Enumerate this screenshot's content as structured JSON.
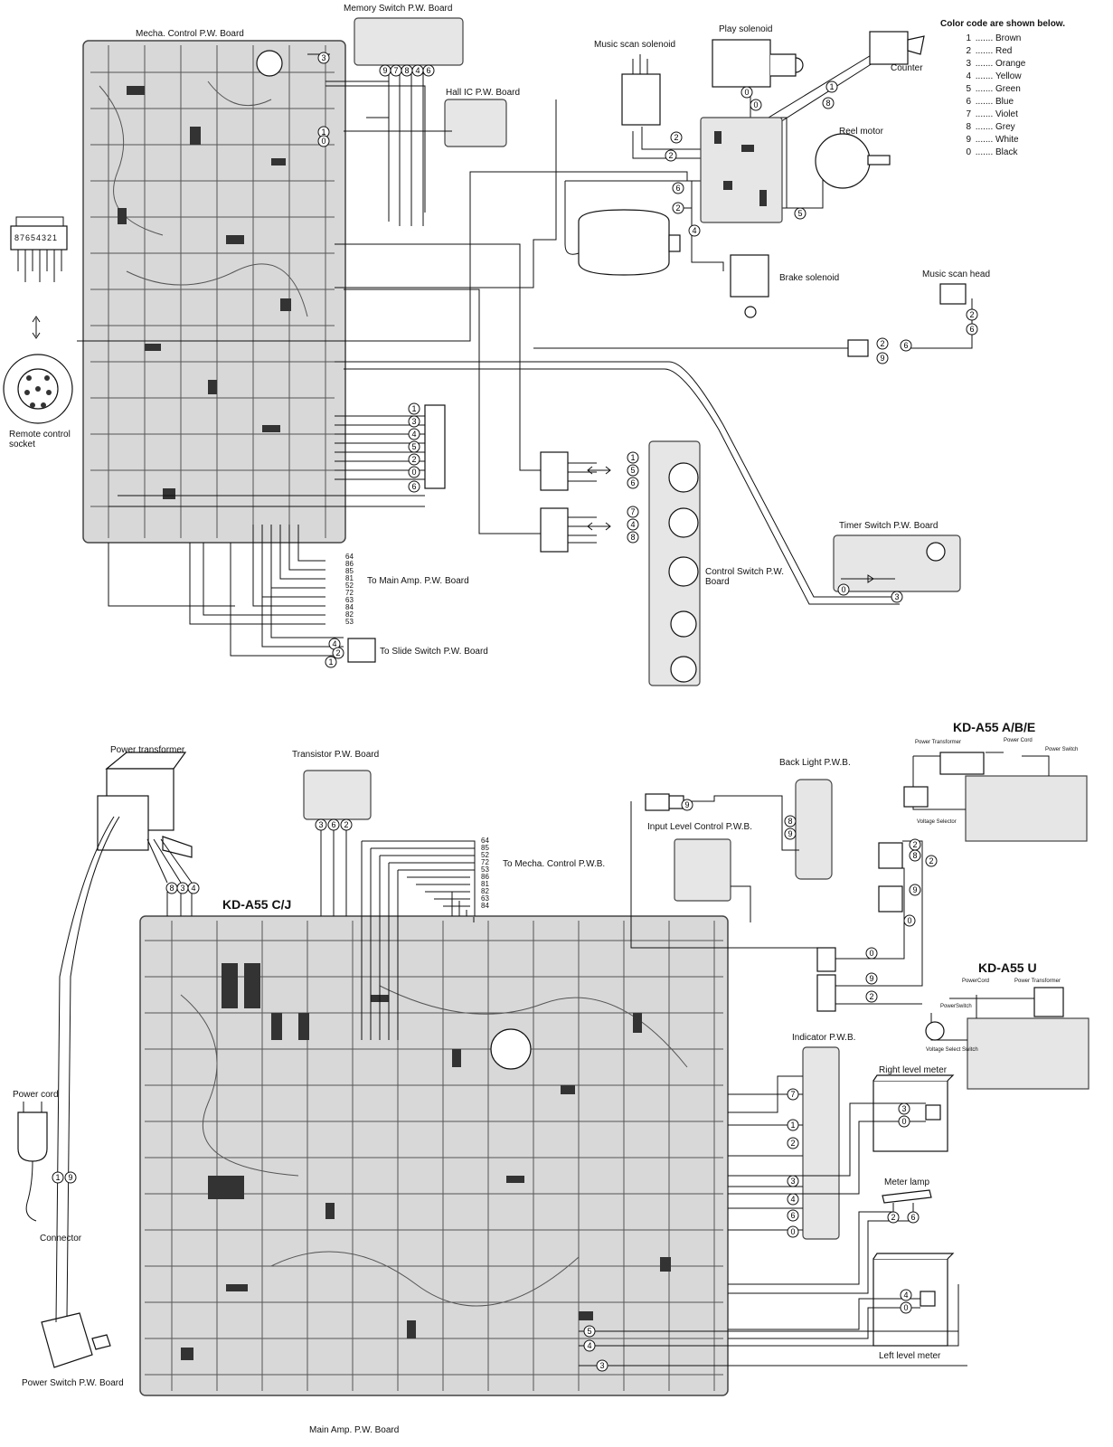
{
  "boards": {
    "mecha_control": "Mecha. Control P.W. Board",
    "memory_switch": "Memory Switch P.W. Board",
    "hall_ic": "Hall IC P.W. Board",
    "control_switch": "Control Switch P.W. Board",
    "timer_switch": "Timer Switch P.W. Board",
    "transistor": "Transistor P.W. Board",
    "back_light": "Back Light P.W.B.",
    "input_level": "Input Level Control P.W.B.",
    "indicator": "Indicator P.W.B.",
    "main_amp": "Main Amp. P.W. Board",
    "power_switch": "Power Switch P.W. Board"
  },
  "components": {
    "music_scan_solenoid": "Music scan solenoid",
    "play_solenoid": "Play solenoid",
    "counter": "Counter",
    "reel_motor": "Reel motor",
    "brake_solenoid": "Brake solenoid",
    "music_scan_head": "Music scan head",
    "remote_control_socket": "Remote control socket",
    "power_transformer": "Power transformer",
    "power_cord": "Power cord",
    "connector": "Connector",
    "right_level_meter": "Right level meter",
    "meter_lamp": "Meter lamp",
    "left_level_meter": "Left level meter"
  },
  "routing": {
    "to_main_amp": "To Main Amp. P.W. Board",
    "to_slide_switch": "To Slide Switch P.W. Board",
    "to_mecha_control": "To Mecha. Control P.W.B."
  },
  "models": {
    "cj": "KD-A55 C/J",
    "abe": "KD-A55 A/B/E",
    "u": "KD-A55 U"
  },
  "inset_labels": {
    "abe_power_transformer": "Power Transformer",
    "abe_power_cord": "Power Cord",
    "abe_power_switch": "Power Switch",
    "abe_voltage_selector": "Voltage Selector",
    "u_power_cord": "PowerCord",
    "u_power_transformer": "Power Transformer",
    "u_power_switch": "PowerSwitch",
    "u_voltage_select_switch": "Voltage Select Switch"
  },
  "connector_pins": [
    "64",
    "86",
    "85",
    "81",
    "52",
    "72",
    "63",
    "84",
    "82",
    "53"
  ],
  "connector_pins_main": [
    "64",
    "85",
    "52",
    "72",
    "53",
    "86",
    "81",
    "82",
    "63",
    "84"
  ],
  "remote_pins": "87654321",
  "color_code": {
    "title": "Color code are shown below.",
    "items": [
      {
        "num": "1",
        "name": "Brown"
      },
      {
        "num": "2",
        "name": "Red"
      },
      {
        "num": "3",
        "name": "Orange"
      },
      {
        "num": "4",
        "name": "Yellow"
      },
      {
        "num": "5",
        "name": "Green"
      },
      {
        "num": "6",
        "name": "Blue"
      },
      {
        "num": "7",
        "name": "Violet"
      },
      {
        "num": "8",
        "name": "Grey"
      },
      {
        "num": "9",
        "name": "White"
      },
      {
        "num": "0",
        "name": "Black"
      }
    ]
  }
}
